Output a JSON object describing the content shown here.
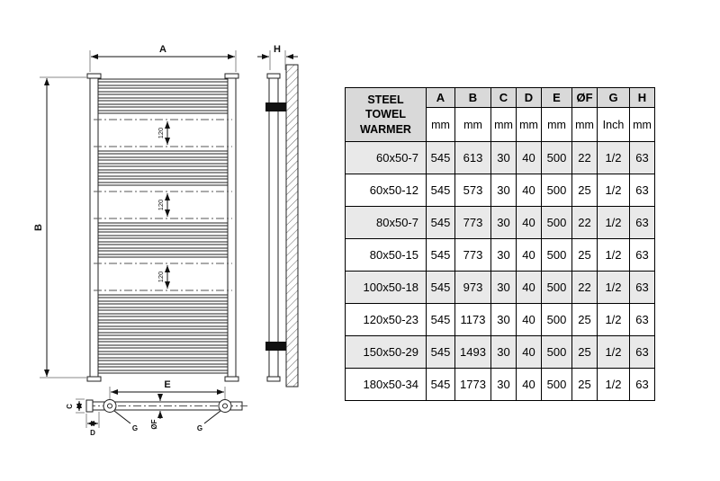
{
  "table": {
    "title": "STEEL TOWEL WARMER",
    "columns": [
      "A",
      "B",
      "C",
      "D",
      "E",
      "ØF",
      "G",
      "H"
    ],
    "units": [
      "mm",
      "mm",
      "mm",
      "mm",
      "mm",
      "mm",
      "Inch",
      "mm"
    ],
    "rows": [
      {
        "model": "60x50-7",
        "values": [
          "545",
          "613",
          "30",
          "40",
          "500",
          "22",
          "1/2",
          "63"
        ]
      },
      {
        "model": "60x50-12",
        "values": [
          "545",
          "573",
          "30",
          "40",
          "500",
          "25",
          "1/2",
          "63"
        ]
      },
      {
        "model": "80x50-7",
        "values": [
          "545",
          "773",
          "30",
          "40",
          "500",
          "22",
          "1/2",
          "63"
        ]
      },
      {
        "model": "80x50-15",
        "values": [
          "545",
          "773",
          "30",
          "40",
          "500",
          "25",
          "1/2",
          "63"
        ]
      },
      {
        "model": "100x50-18",
        "values": [
          "545",
          "973",
          "30",
          "40",
          "500",
          "22",
          "1/2",
          "63"
        ]
      },
      {
        "model": "120x50-23",
        "values": [
          "545",
          "1173",
          "30",
          "40",
          "500",
          "25",
          "1/2",
          "63"
        ]
      },
      {
        "model": "150x50-29",
        "values": [
          "545",
          "1493",
          "30",
          "40",
          "500",
          "25",
          "1/2",
          "63"
        ]
      },
      {
        "model": "180x50-34",
        "values": [
          "545",
          "1773",
          "30",
          "40",
          "500",
          "25",
          "1/2",
          "63"
        ]
      }
    ]
  },
  "drawing": {
    "labels": {
      "width": "A",
      "height": "B",
      "wall_distance": "H",
      "bracket_spacing": "E",
      "bracket_depth": "C",
      "bracket_offset": "D",
      "bracket_label": "G",
      "tube_diameter": "ØF",
      "segment": "120"
    }
  }
}
